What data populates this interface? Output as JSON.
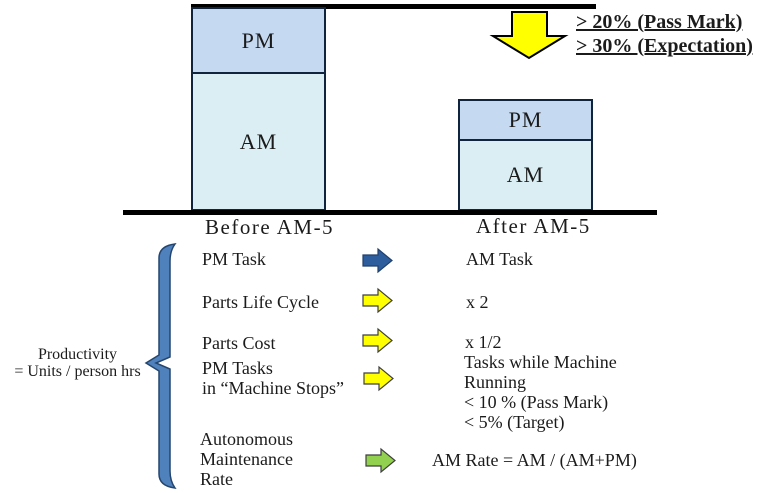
{
  "colors": {
    "pm_fill": "#c5d9f1",
    "am_fill": "#daeef3",
    "bar_border": "#10243e",
    "line_black": "#000000",
    "blue_arrow": "#2e5d9e",
    "yellow_arrow": "#ffff00",
    "green_arrow": "#92d050",
    "brace_blue": "#4f81bd"
  },
  "bars": {
    "before": {
      "pm": "PM",
      "am": "AM",
      "label": "Before AM-5"
    },
    "after": {
      "pm": "PM",
      "am": "AM",
      "label": "After AM-5"
    }
  },
  "goal": {
    "line1": "> 20% (Pass Mark)",
    "line2": "> 30% (Expectation)"
  },
  "productivity": {
    "line1": "Productivity",
    "line2": "= Units / person hrs"
  },
  "table": {
    "row1": {
      "left": "PM Task",
      "right": "AM Task"
    },
    "row2": {
      "left": "Parts Life Cycle",
      "right": "x 2"
    },
    "row3": {
      "left": "Parts Cost",
      "right": "x 1/2"
    },
    "row4": {
      "left1": "PM Tasks",
      "left2": "in “Machine Stops”",
      "right1": "Tasks while Machine",
      "right2": "Running",
      "right3": "< 10 % (Pass Mark)",
      "right4": "< 5% (Target)"
    },
    "row5": {
      "left1": "Autonomous",
      "left2": "Maintenance",
      "left3": "Rate",
      "right": "AM Rate = AM / (AM+PM)"
    }
  }
}
